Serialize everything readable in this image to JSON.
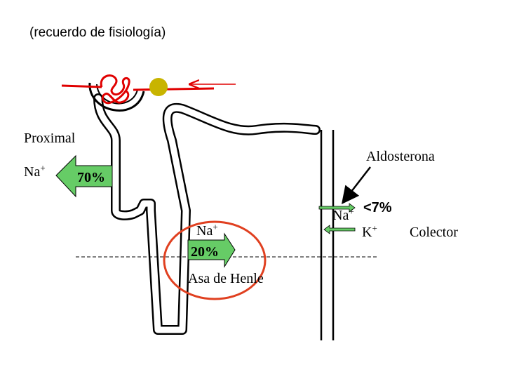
{
  "title": "(recuerdo de fisiología)",
  "labels": {
    "proximal": "Proximal",
    "na_proximal": "Na",
    "pct_proximal": "70%",
    "aldosterona": "Aldosterona",
    "na_henle": "Na",
    "pct_henle": "20%",
    "asa_henle": "Asa de Henle",
    "na_colector": "Na",
    "pct_colector": "<7%",
    "k_colector": "K",
    "colector": "Colector",
    "plus": "+"
  },
  "colors": {
    "tubule": "#000000",
    "vessel": "#e00000",
    "macula": "#c8b400",
    "arrow_fill": "#66cc66",
    "circle": "#e04020",
    "aldosterona_arrow": "#000000"
  },
  "icons": {
    "glomerulus": "glomerulus-icon",
    "macula": "macula-densa-icon",
    "reabsorption_arrow": "arrow-left-icon"
  }
}
